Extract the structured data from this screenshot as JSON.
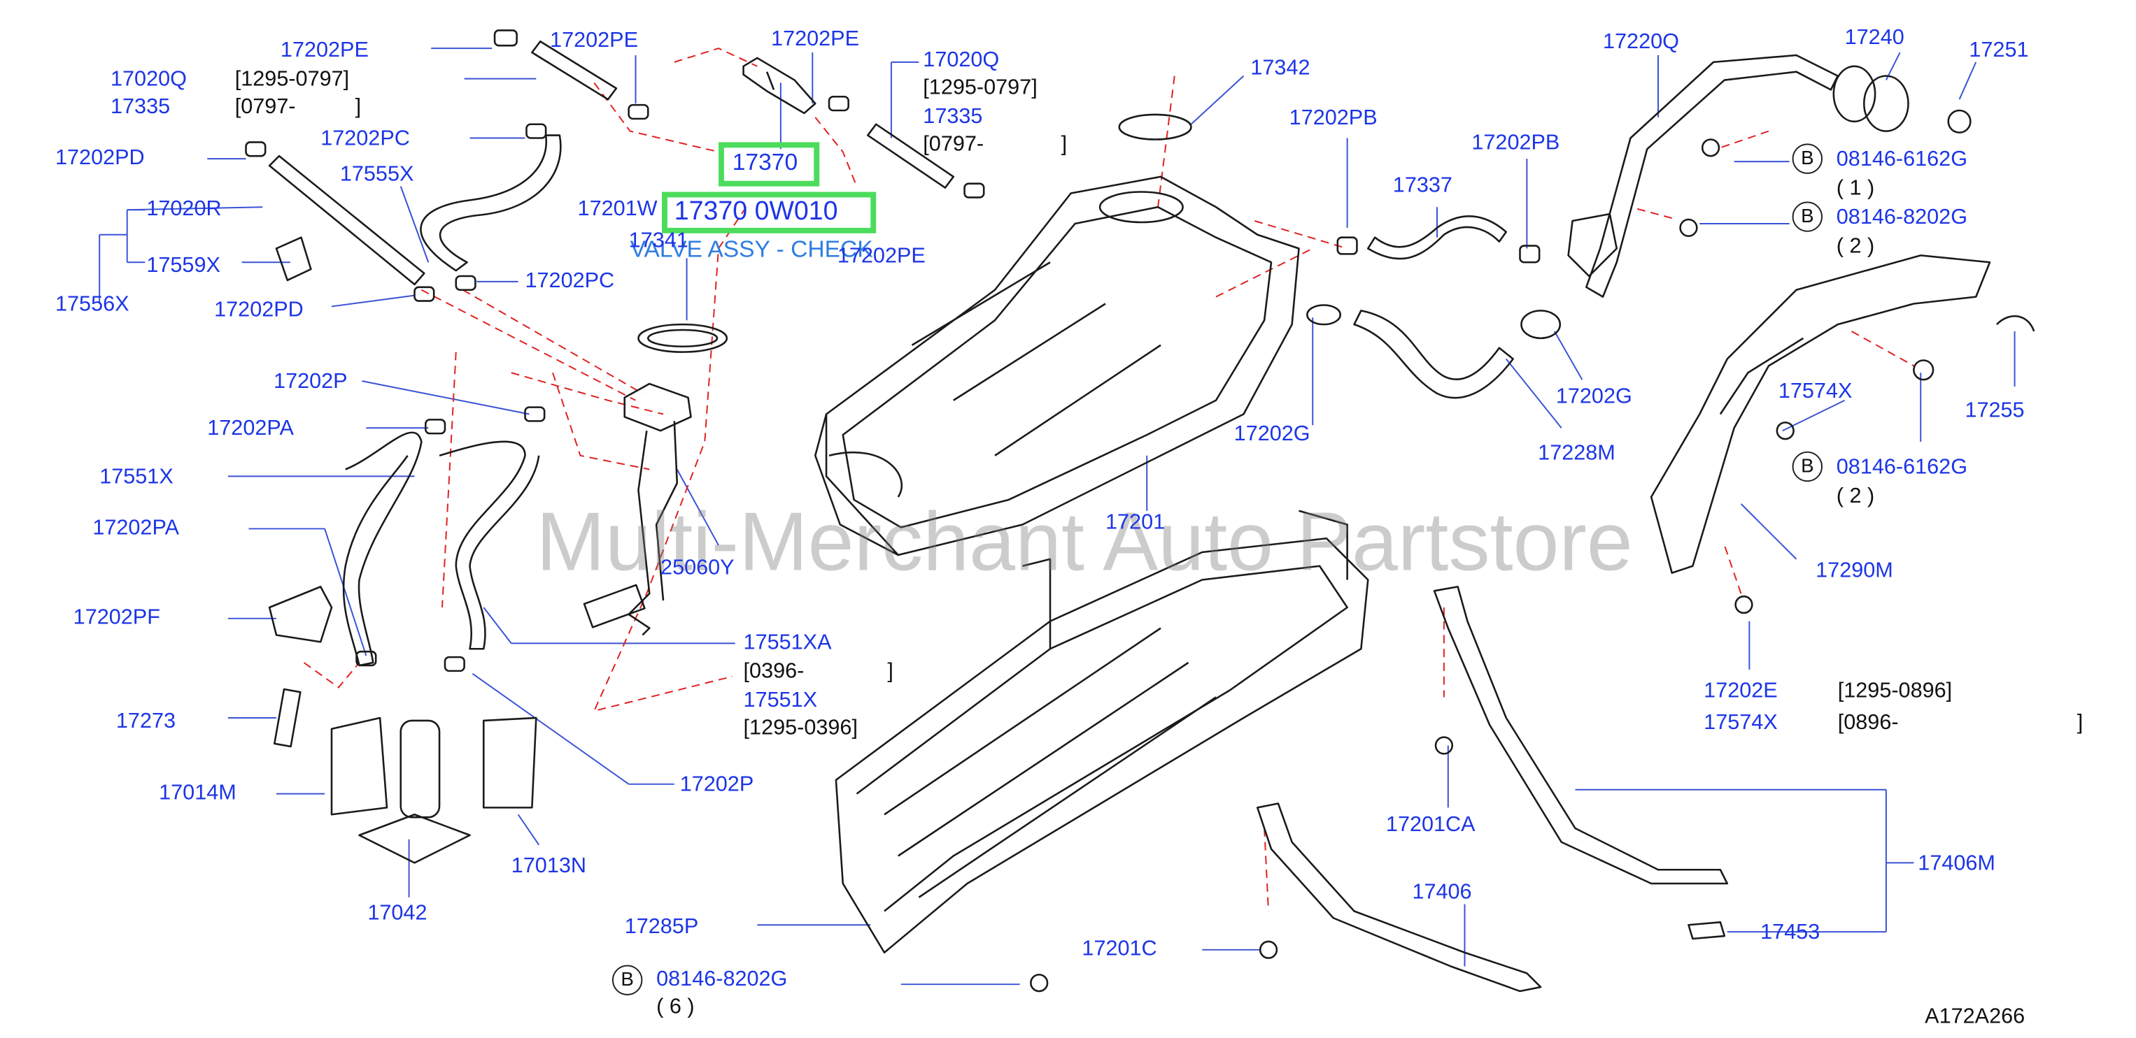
{
  "watermark": "Multi-Merchant Auto Partstore",
  "diagram_code": "A172A266",
  "bolt_marker": "B",
  "highlight": {
    "primary": "17370",
    "secondary": "17370 0W010",
    "tooltip": "VALVE ASSY - CHECK"
  },
  "labels": {
    "p17202PE_a": "17202PE",
    "p17202PE_b": "17202PE",
    "p17202PE_c": "17202PE",
    "p17202PE_d": "17202PE",
    "p17020Q_a": "17020Q",
    "p17020Q_b": "17020Q",
    "range_1295_0797_a": "[1295-0797]",
    "range_1295_0797_b": "[1295-0797]",
    "p17335_a": "17335",
    "p17335_b": "17335",
    "range_0797_a": "[0797-          ]",
    "range_0797_b": "[0797-             ]",
    "p17202PD_a": "17202PD",
    "p17202PD_b": "17202PD",
    "p17202PC_a": "17202PC",
    "p17202PC_b": "17202PC",
    "p17555X": "17555X",
    "p17020R": "17020R",
    "p17559X": "17559X",
    "p17556X": "17556X",
    "p17201W": "17201W",
    "p17341": "17341",
    "p17342": "17342",
    "p17202PB_a": "17202PB",
    "p17202PB_b": "17202PB",
    "p17337": "17337",
    "p17220Q": "17220Q",
    "p17240": "17240",
    "p17251": "17251",
    "bolt_08146_6162G_a": "08146-6162G",
    "qty_1": "( 1 )",
    "bolt_08146_8202G_a": "08146-8202G",
    "qty_2a": "( 2 )",
    "p17202P_a": "17202P",
    "p17202PA_a": "17202PA",
    "p17202PA_b": "17202PA",
    "p17551X_a": "17551X",
    "p17202PF": "17202PF",
    "p17273": "17273",
    "p17014M": "17014M",
    "p17042": "17042",
    "p17013N": "17013N",
    "p25060Y": "25060Y",
    "p17551XA": "17551XA",
    "range_0396": "[0396-              ]",
    "p17551X_b": "17551X",
    "range_1295_0396": "[1295-0396]",
    "p17202P_b": "17202P",
    "p17201": "17201",
    "p17202G_a": "17202G",
    "p17202G_b": "17202G",
    "p17228M": "17228M",
    "p17574X_a": "17574X",
    "bolt_08146_6162G_b": "08146-6162G",
    "qty_2b": "( 2 )",
    "p17255": "17255",
    "p17290M": "17290M",
    "p17202E": "17202E",
    "range_1295_0896": "[1295-0896]",
    "p17574X_b": "17574X",
    "range_0896": "[0896-                              ]",
    "p17201CA": "17201CA",
    "p17406M": "17406M",
    "p17406": "17406",
    "p17453": "17453",
    "p17201C": "17201C",
    "p17285P": "17285P",
    "bolt_08146_8202G_b": "08146-8202G",
    "qty_6": "( 6 )"
  }
}
